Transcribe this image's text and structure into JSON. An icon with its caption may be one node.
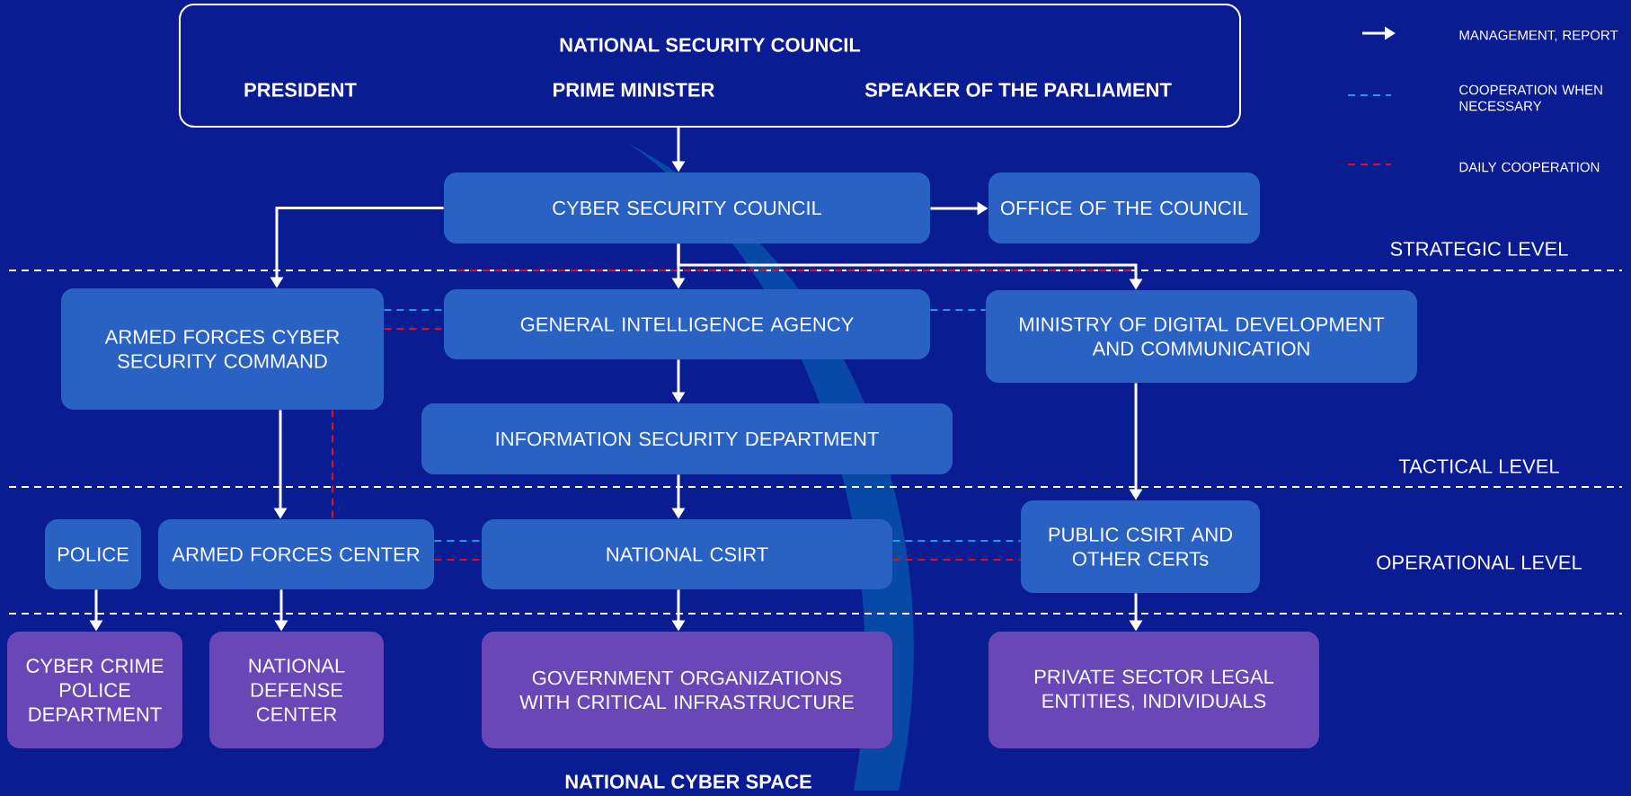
{
  "diagram": {
    "nodes": [
      {
        "text": [
          "NATIONAL SECURITY COUNCIL",
          "PRESIDENT",
          "PRIME MINISTER",
          "SPEAKER OF THE PARLIAMENT"
        ]
      },
      {
        "text": [
          "CYBER SECURITY COUNCIL"
        ]
      },
      {
        "text": [
          "OFFICE OF THE COUNCIL"
        ]
      },
      {
        "text": [
          "ARMED FORCES CYBER SECURITY COMMAND"
        ]
      },
      {
        "text": [
          "GENERAL INTELLIGENCE AGENCY"
        ]
      },
      {
        "text": [
          "MINISTRY OF DIGITAL DEVELOPMENT AND COMMUNICATION"
        ]
      },
      {
        "text": [
          "INFORMATION SECURITY DEPARTMENT"
        ]
      },
      {
        "text": [
          "POLICE"
        ]
      },
      {
        "text": [
          "ARMED FORCES CENTER"
        ]
      },
      {
        "text": [
          "NATIONAL CSIRT"
        ]
      },
      {
        "text": [
          "PUBLIC CSIRT AND OTHER CERTs"
        ]
      },
      {
        "text": [
          "CYBER CRIME POLICE DEPARTMENT"
        ]
      },
      {
        "text": [
          "NATIONAL DEFENSE CENTER"
        ]
      },
      {
        "text": [
          "GOVERNMENT ORGANIZATIONS WITH CRITICAL INFRASTRUCTURE"
        ]
      },
      {
        "text": [
          "PRIVATE SECTOR LEGAL ENTITIES, INDIVIDUALS"
        ]
      }
    ],
    "edges": [
      {
        "from": 0,
        "to": 1,
        "arrow": "to"
      },
      {
        "from": 1,
        "to": 2,
        "arrow": "to"
      },
      {
        "from": 1,
        "to": 3,
        "arrow": "to"
      },
      {
        "from": 1,
        "to": 4,
        "arrow": "to"
      },
      {
        "from": 1,
        "to": 5,
        "arrow": "to"
      },
      {
        "from": 4,
        "to": 6,
        "arrow": "to"
      },
      {
        "from": 3,
        "to": 8,
        "arrow": "to"
      },
      {
        "from": 6,
        "to": 9,
        "arrow": "to"
      },
      {
        "from": 5,
        "to": 10,
        "arrow": "to"
      },
      {
        "from": 7,
        "to": 11,
        "arrow": "to"
      },
      {
        "from": 8,
        "to": 12,
        "arrow": "to"
      },
      {
        "from": 9,
        "to": 13,
        "arrow": "to"
      },
      {
        "from": 10,
        "to": 14,
        "arrow": "to"
      },
      {
        "from": 3,
        "to": 4,
        "arrow": "none",
        "style": "dashed",
        "color": "#1e9be8"
      },
      {
        "from": 3,
        "to": 4,
        "arrow": "none",
        "style": "dashed",
        "color": "#e0101e"
      },
      {
        "from": 4,
        "to": 5,
        "arrow": "none",
        "style": "dashed",
        "color": "#1e9be8"
      },
      {
        "from": 8,
        "to": 9,
        "arrow": "none",
        "style": "dashed",
        "color": "#1e9be8"
      },
      {
        "from": 8,
        "to": 9,
        "arrow": "none",
        "style": "dashed",
        "color": "#e0101e"
      },
      {
        "from": 9,
        "to": 10,
        "arrow": "none",
        "style": "dashed",
        "color": "#1e9be8"
      },
      {
        "from": 9,
        "to": 10,
        "arrow": "none",
        "style": "dashed",
        "color": "#e0101e"
      },
      {
        "from": 3,
        "to": 8,
        "arrow": "none",
        "style": "dashed",
        "color": "#e0101e"
      }
    ],
    "labels": [
      "STRATEGIC LEVEL",
      "TACTICAL LEVEL",
      "OPERATIONAL LEVEL",
      "NATIONAL CYBER SPACE"
    ],
    "legend": [
      {
        "text": "MANAGEMENT, REPORT"
      },
      {
        "text": "COOPERATION WHEN NECESSARY"
      },
      {
        "text": "DAILY COOPERATION"
      }
    ]
  }
}
